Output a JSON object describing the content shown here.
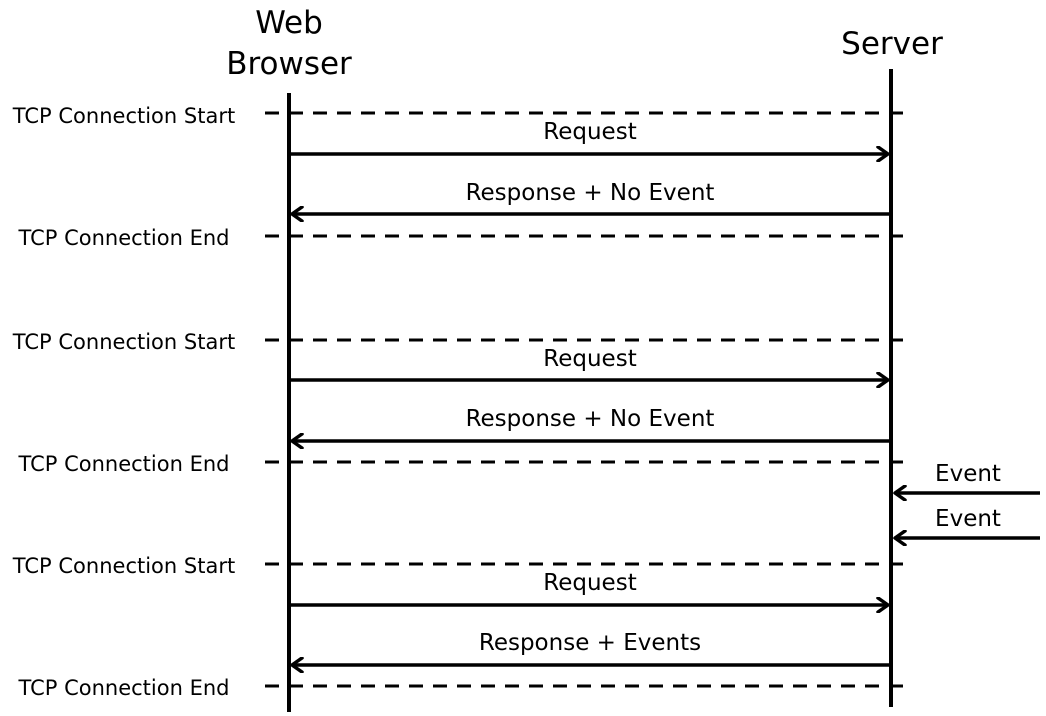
{
  "participants": {
    "browser": {
      "line1": "Web",
      "line2": "Browser"
    },
    "server": {
      "label": "Server"
    }
  },
  "phases": [
    {
      "label": "TCP Connection Start"
    },
    {
      "label": "TCP Connection End"
    },
    {
      "label": "TCP Connection Start"
    },
    {
      "label": "TCP Connection End"
    },
    {
      "label": "TCP Connection Start"
    },
    {
      "label": "TCP Connection End"
    }
  ],
  "messages": [
    {
      "label": "Request",
      "direction": "to-server"
    },
    {
      "label": "Response + No Event",
      "direction": "to-browser"
    },
    {
      "label": "Request",
      "direction": "to-server"
    },
    {
      "label": "Response + No Event",
      "direction": "to-browser"
    },
    {
      "label": "Request",
      "direction": "to-server"
    },
    {
      "label": "Response + Events",
      "direction": "to-browser"
    }
  ],
  "external_events": [
    {
      "label": "Event"
    },
    {
      "label": "Event"
    }
  ],
  "colors": {
    "line": "#000000",
    "background": "#ffffff"
  }
}
